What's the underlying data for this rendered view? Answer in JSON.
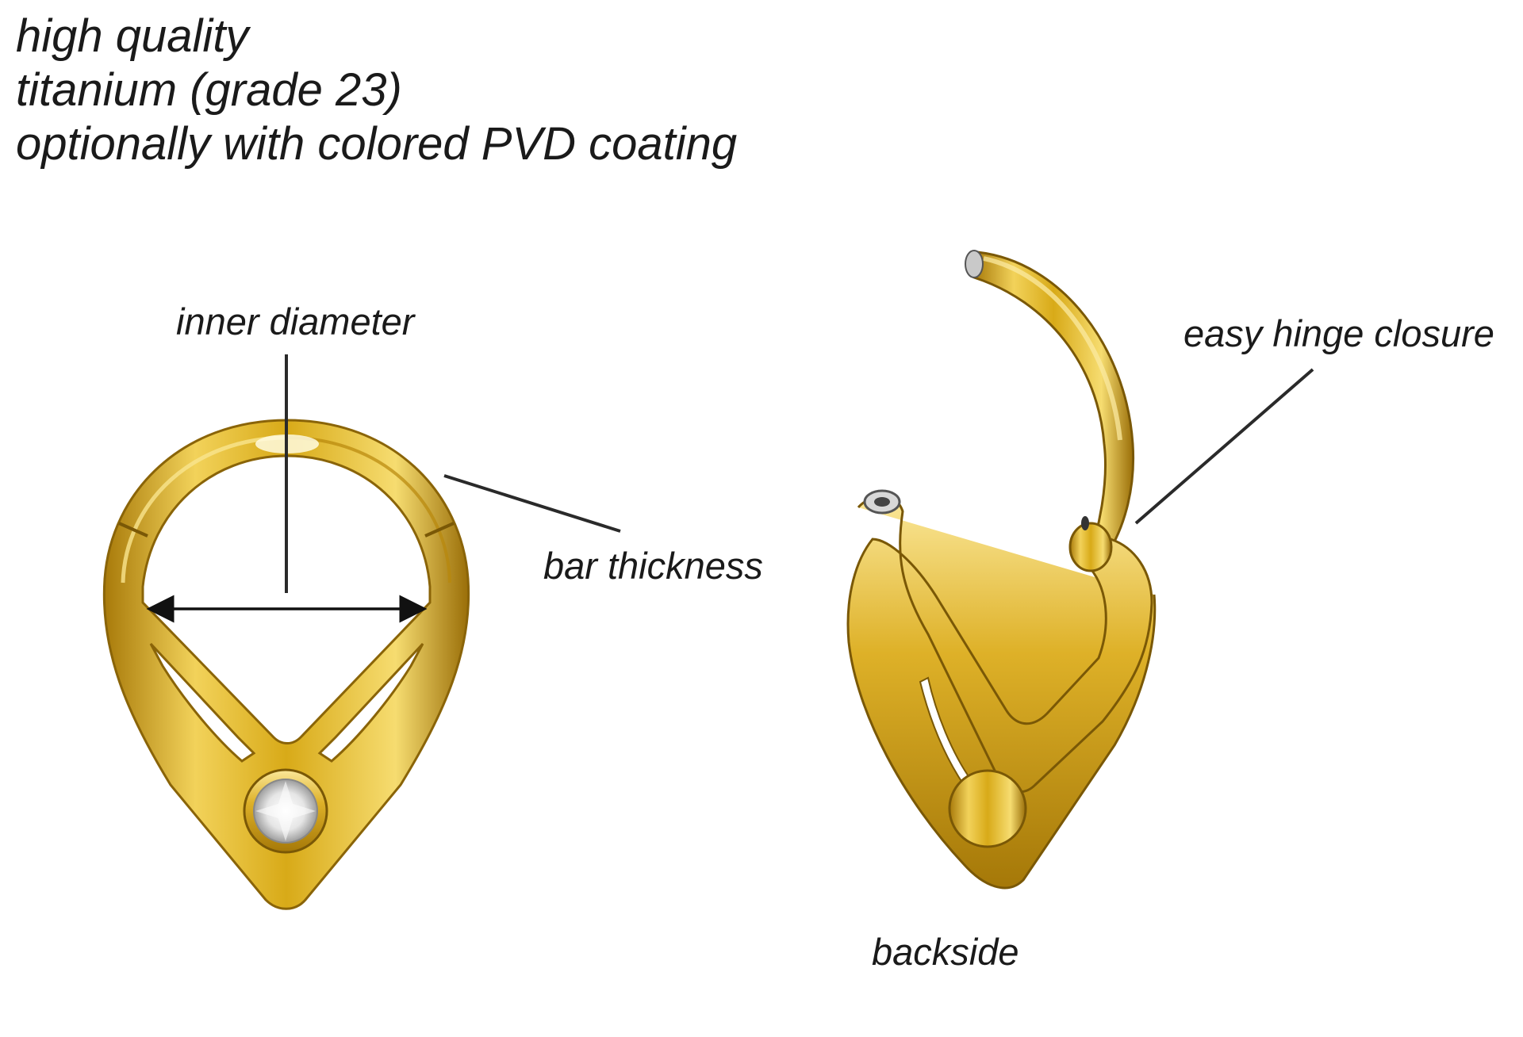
{
  "header": {
    "line1": "high quality",
    "line2": "titanium (grade 23)",
    "line3": "optionally with colored PVD coating"
  },
  "labels": {
    "inner_diameter": "inner diameter",
    "bar_thickness": "bar thickness",
    "easy_hinge_closure": "easy hinge closure",
    "backside": "backside"
  },
  "colors": {
    "gold_light": "#f4d76a",
    "gold_mid": "#d9ad1c",
    "gold_dark": "#8a6408",
    "line": "#2a2a2a"
  }
}
